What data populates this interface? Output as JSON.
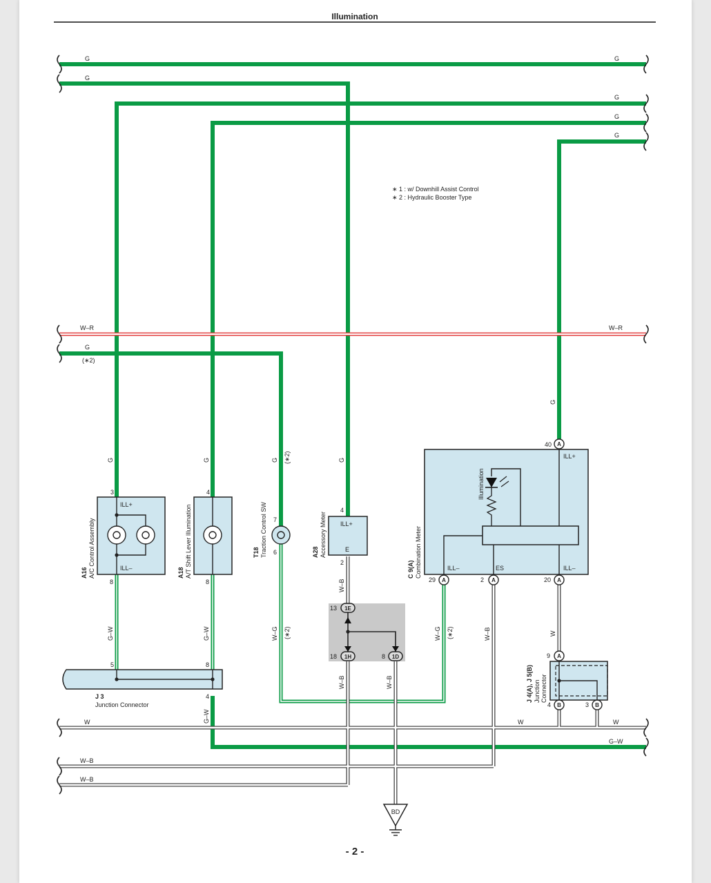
{
  "header": {
    "title": "Illumination"
  },
  "footer": {
    "page_label": "- 2 -"
  },
  "notes": [
    "∗ 1 : w/ Downhill Assist Control",
    "∗ 2 : Hydraulic Booster Type"
  ],
  "wire_colors": {
    "G": "#0a9b45",
    "W": "#ffffff",
    "W-B": "#ffffff",
    "W-R": "#e34646",
    "G-W": "#0a9b45",
    "W-G": "#0a9b45"
  },
  "bus_labels": {
    "g1_left": "G",
    "g1_right": "G",
    "g2_left": "G",
    "g3_right": "G",
    "g4_right": "G",
    "g5_right": "G",
    "wr_left": "W–R",
    "wr_right": "W–R",
    "g6_left": "G",
    "g6_note": "(∗2)",
    "w_left": "W",
    "w_mid": "W",
    "w_right": "W",
    "gw_right": "G–W",
    "wb1_left": "W–B",
    "wb2_left": "W–B"
  },
  "wire_labels": {
    "a16_top": "G",
    "a18_top": "G",
    "t18_top": "G",
    "t18_top_note": "(∗2)",
    "a28_top": "G",
    "c9_top": "G",
    "a16_bottom": "G–W",
    "a18_bottom": "G–W",
    "j3_out": "G–W",
    "t18_bottom": "W–G",
    "t18_bottom_note": "(∗2)",
    "a28_bottom": "W–B",
    "j_1h": "W–B",
    "j_1d": "W–B",
    "c9_ill": "W–G",
    "c9_ill_note": "(∗2)",
    "c9_es": "W–B",
    "c9_ill2": "W"
  },
  "components": {
    "a16": {
      "code": "A16",
      "name": "A/C Control Assembly",
      "pin_top": "3",
      "pin_bottom": "8",
      "term_top": "ILL+",
      "term_bottom": "ILL–"
    },
    "a18": {
      "code": "A18",
      "name": "A/T Shift Lever Illumination",
      "pin_top": "4",
      "pin_bottom": "8"
    },
    "t18": {
      "code": "T18",
      "name": "Traction Control SW",
      "pin_top": "7",
      "pin_bottom": "6"
    },
    "a28": {
      "code": "A28",
      "name": "Accessory Meter",
      "pin_top": "4",
      "pin_bottom": "2",
      "term_top": "ILL+",
      "term_bottom": "E"
    },
    "c9": {
      "code": "C 9(A)",
      "name": "Combination Meter",
      "inner_label": "Illumination",
      "pin_top": "40",
      "pin_top_conn": "A",
      "term_top": "ILL+",
      "term_ill_minus": "ILL–",
      "term_es": "ES",
      "term_ill_minus2": "ILL–",
      "pin_29": "29",
      "pin_2": "2",
      "pin_20": "20",
      "conn_29": "A",
      "conn_2": "A",
      "conn_20": "A"
    },
    "j3": {
      "code": "J 3",
      "name": "Junction Connector",
      "pin_in_left": "5",
      "pin_in_right": "8",
      "pin_out": "4"
    },
    "j4": {
      "code": "J 4(A), J 5(B)",
      "name_line1": "Junction",
      "name_line2": "Connector",
      "pin_top": "9",
      "conn_top": "A",
      "pin_bl": "4",
      "conn_bl": "B",
      "pin_br": "3",
      "conn_br": "B"
    },
    "junction_block": {
      "pin_13": "13",
      "conn_1e": "1E",
      "pin_18": "18",
      "conn_1h": "1H",
      "pin_8": "8",
      "conn_1d": "1D"
    },
    "ground": {
      "label": "BD"
    }
  }
}
